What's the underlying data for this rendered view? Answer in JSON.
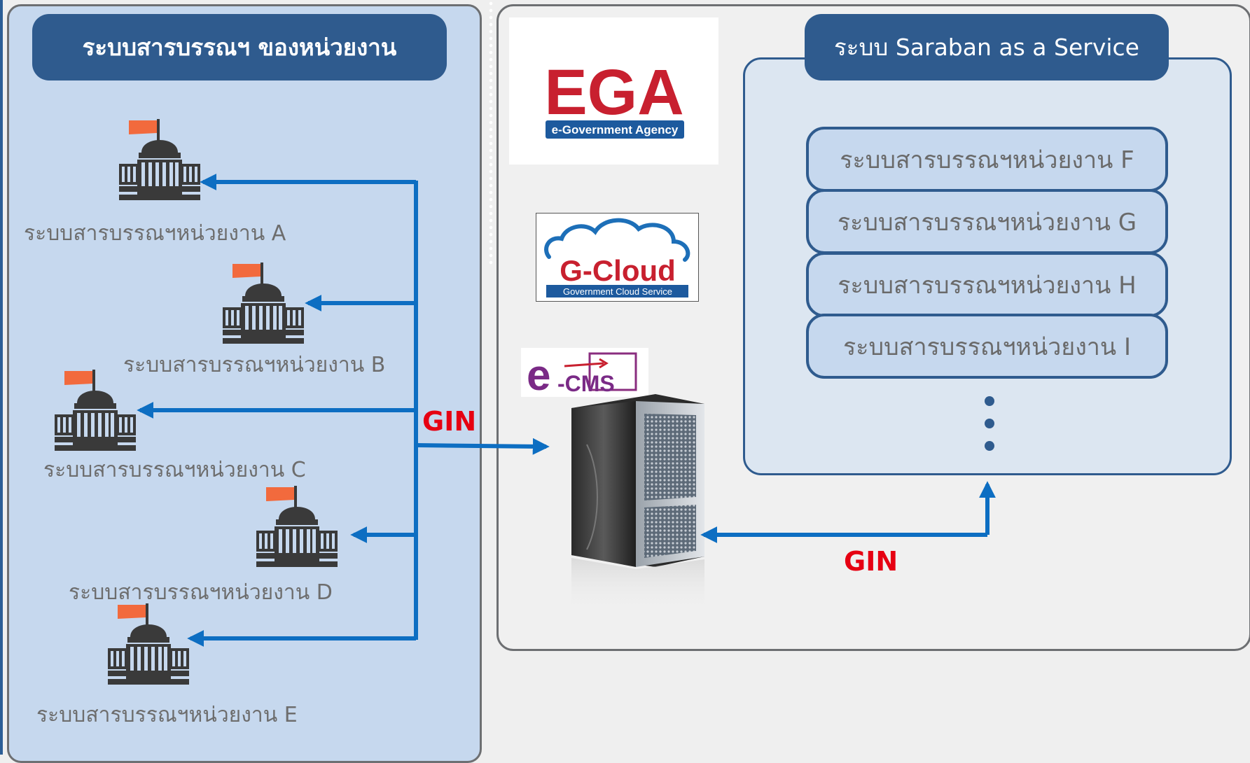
{
  "left_panel": {
    "title": "ระบบสารบรรณฯ ของหน่วยงาน",
    "agencies": [
      {
        "label": "ระบบสารบรรณฯหน่วยงาน A"
      },
      {
        "label": "ระบบสารบรรณฯหน่วยงาน B"
      },
      {
        "label": "ระบบสารบรรณฯหน่วยงาน C"
      },
      {
        "label": "ระบบสารบรรณฯหน่วยงาน D"
      },
      {
        "label": "ระบบสารบรรณฯหน่วยงาน E"
      }
    ]
  },
  "right_panel": {
    "saas_title": "ระบบ Saraban as a Service",
    "services": [
      {
        "label": "ระบบสารบรรณฯหน่วยงาน F"
      },
      {
        "label": "ระบบสารบรรณฯหน่วยงาน G"
      },
      {
        "label": "ระบบสารบรรณฯหน่วยงาน H"
      },
      {
        "label": "ระบบสารบรรณฯหน่วยงาน I"
      }
    ],
    "logos": {
      "ega": {
        "name": "EGA",
        "subtitle": "e-Government Agency"
      },
      "gcloud": {
        "name": "G-Cloud",
        "subtitle": "Government Cloud Service"
      },
      "ecms": {
        "name": "e-CMS"
      }
    }
  },
  "connectors": {
    "gin_left": "GIN",
    "gin_bottom": "GIN"
  },
  "colors": {
    "panel_blue": "#c6d8ee",
    "header_blue": "#2f5b8e",
    "arrow_blue": "#0d6ec2",
    "gin_red": "#e60012",
    "flag_orange": "#f26a3d",
    "building_dark": "#3a3a3a"
  }
}
